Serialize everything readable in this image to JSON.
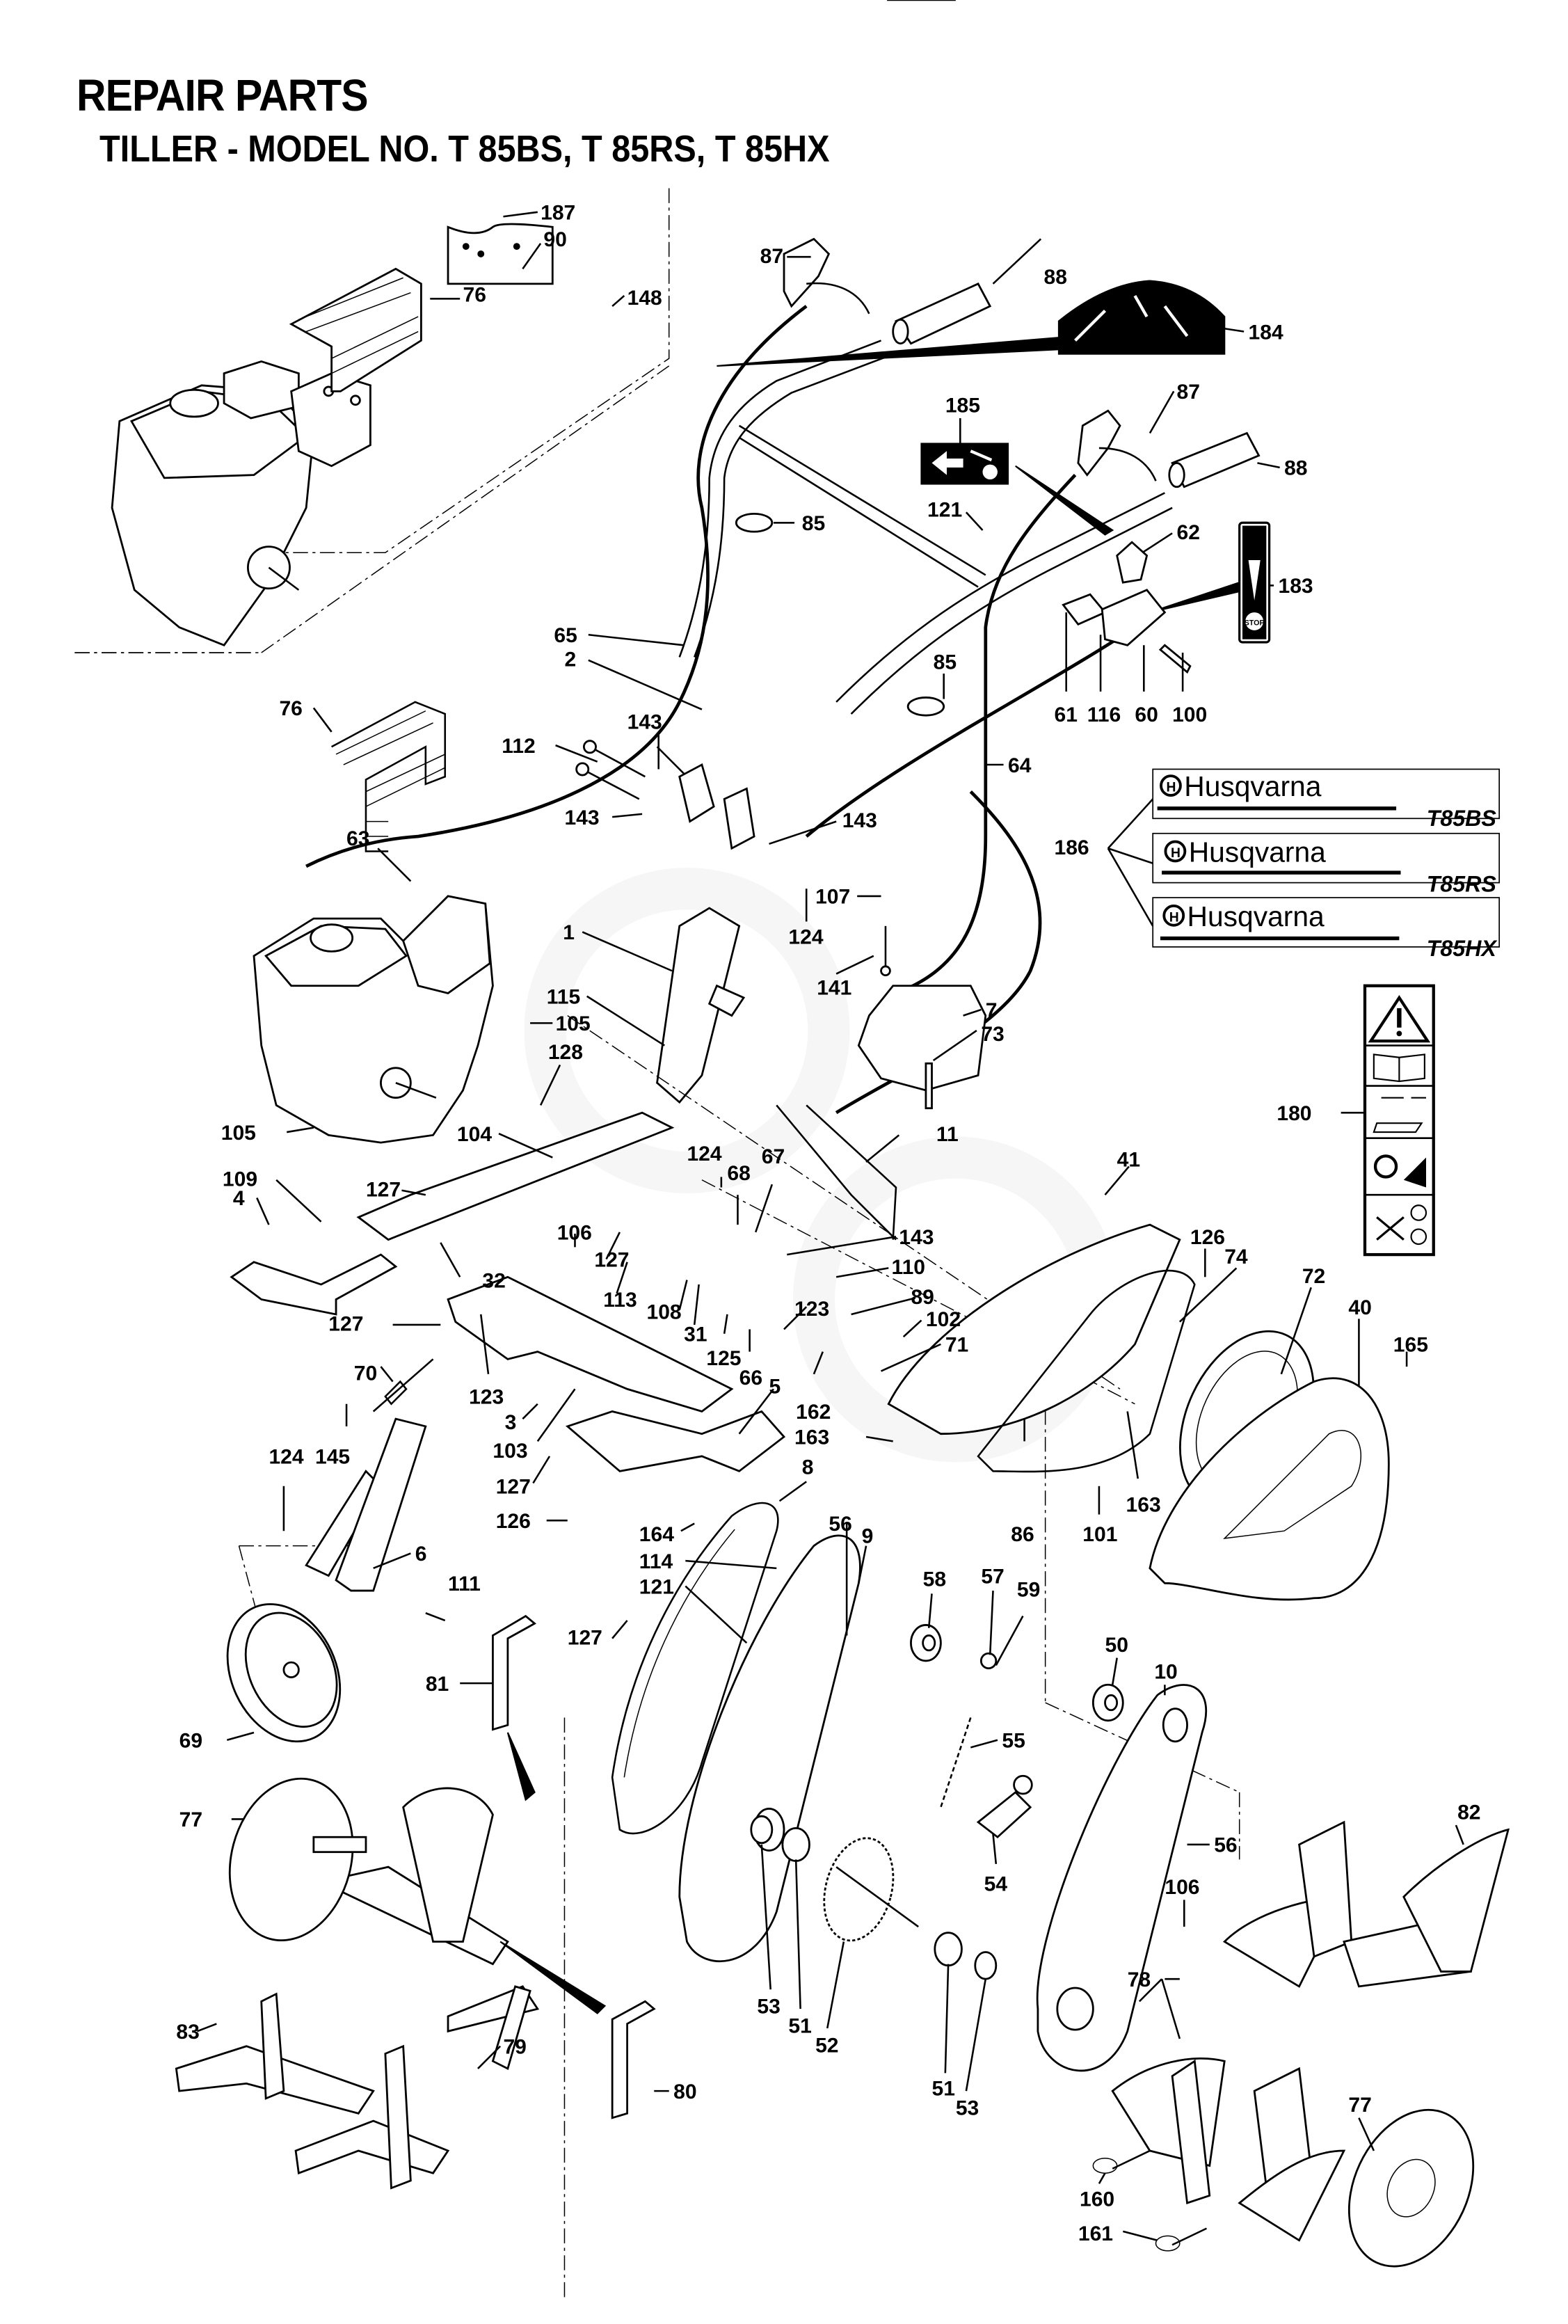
{
  "header": {
    "title": "REPAIR PARTS",
    "subtitle": "TILLER - MODEL NO. T 85BS, T 85RS, T 85HX"
  },
  "decals": {
    "brand": "Husqvarna",
    "models": [
      "T85BS",
      "T85RS",
      "T85HX"
    ],
    "speed_decal_stop": "STOP"
  },
  "labels": {
    "p187": "187",
    "p90": "90",
    "p76a": "76",
    "p148": "148",
    "p87a": "87",
    "p88a": "88",
    "p184": "184",
    "p185": "185",
    "p87b": "87",
    "p88b": "88",
    "p85a": "85",
    "p121a": "121",
    "p62": "62",
    "p183": "183",
    "p65": "65",
    "p2": "2",
    "p85b": "85",
    "p61": "61",
    "p116": "116",
    "p60": "60",
    "p100": "100",
    "p64": "64",
    "p76b": "76",
    "p143a": "143",
    "p112": "112",
    "p143b": "143",
    "p143c": "143",
    "p186": "186",
    "p63": "63",
    "p107": "107",
    "p124a": "124",
    "p1": "1",
    "p141": "141",
    "p7": "7",
    "p115": "115",
    "p105a": "105",
    "p73": "73",
    "p128": "128",
    "p180": "180",
    "p105b": "105",
    "p104": "104",
    "p124b": "124",
    "p67": "67",
    "p68": "68",
    "p11": "11",
    "p109": "109",
    "p4": "4",
    "p127a": "127",
    "p106a": "106",
    "p127b": "127",
    "p143d": "143",
    "p32": "32",
    "p113": "113",
    "p108": "108",
    "p110": "110",
    "p41": "41",
    "p126a": "126",
    "p74": "74",
    "p89": "89",
    "p72": "72",
    "p40": "40",
    "p31": "31",
    "p123a": "123",
    "p102": "102",
    "p165": "165",
    "p127c": "127",
    "p125": "125",
    "p66": "66",
    "p71": "71",
    "p70": "70",
    "p123b": "123",
    "p162": "162",
    "p5": "5",
    "p3": "3",
    "p163a": "163",
    "p145": "145",
    "p103": "103",
    "p124c": "124",
    "p127d": "127",
    "p86": "86",
    "p101": "101",
    "p163b": "163",
    "p8": "8",
    "p126b": "126",
    "p164": "164",
    "p56a": "56",
    "p9": "9",
    "p6": "6",
    "p114": "114",
    "p58": "58",
    "p111": "111",
    "p121b": "121",
    "p57": "57",
    "p59": "59",
    "p127e": "127",
    "p81": "81",
    "p50": "50",
    "p10": "10",
    "p69": "69",
    "p55": "55",
    "p77a": "77",
    "p56b": "56",
    "p82": "82",
    "p54": "54",
    "p106b": "106",
    "p83": "83",
    "p79": "79",
    "p53a": "53",
    "p51a": "51",
    "p52": "52",
    "p51b": "51",
    "p53b": "53",
    "p78": "78",
    "p80": "80",
    "p77b": "77",
    "p160": "160",
    "p161": "161"
  }
}
